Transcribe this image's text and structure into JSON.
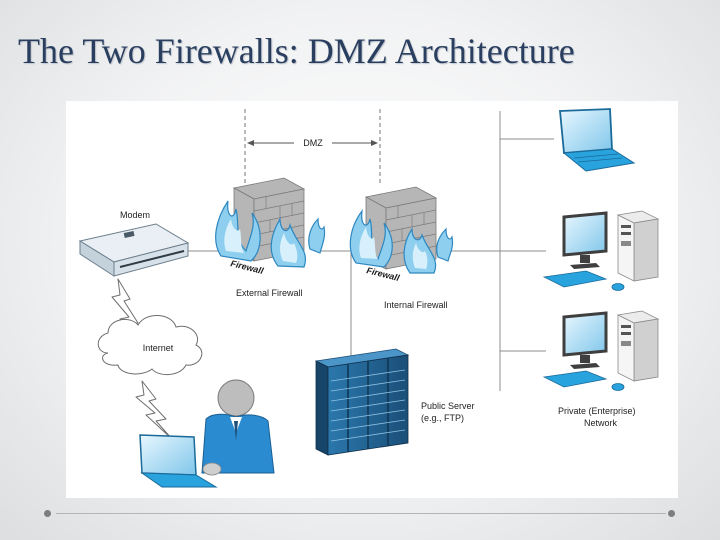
{
  "slide": {
    "title": "The Two Firewalls: DMZ Architecture"
  },
  "diagram": {
    "labels": {
      "dmz": "DMZ",
      "modem": "Modem",
      "internet": "Internet",
      "firewall_word": "Firewall",
      "external_firewall": "External Firewall",
      "internal_firewall": "Internal Firewall",
      "public_server_line1": "Public Server",
      "public_server_line2": "(e.g., FTP)",
      "private_network_line1": "Private (Enterprise)",
      "private_network_line2": "Network"
    }
  },
  "colors": {
    "title": "#2a3f5f",
    "device_blue": "#29a3dd",
    "flame_fill": "#8ecfef",
    "wall_gray": "#b6b6b6"
  }
}
